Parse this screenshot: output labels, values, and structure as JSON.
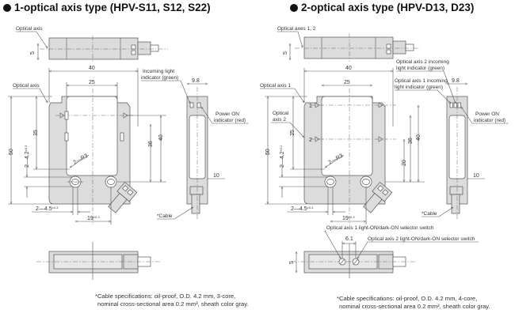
{
  "left": {
    "title": "1-optical axis type (HPV-S11, S12, S22)",
    "labels": {
      "optical_axis_top": "Optical axis",
      "optical_axis_front": "Optical axis",
      "incoming_light_1": "Incoming light",
      "incoming_light_2": "indicator (green)",
      "power_on_1": "Power ON",
      "power_on_2": "indicator (red)",
      "cable": "*Cable"
    },
    "dims": {
      "d5": "5",
      "d40w": "40",
      "d25": "25",
      "d98": "9.8",
      "d35": "35",
      "d50": "50",
      "d36": "36",
      "d40h": "40",
      "d10": "10",
      "r3": "2—R3",
      "hole42": "2—4.2",
      "hole42_tol": "±0.3",
      "hole45": "2—4.5",
      "hole45_tol": "±0.3",
      "d19": "19",
      "d19_tol": "±0.3"
    },
    "note_line1": "*Cable specifications: oil-proof, O.D. 4.2 mm, 3-core,",
    "note_line2": "nominal cross-sectional area 0.2 mm², sheath color gray."
  },
  "right": {
    "title": "2-optical axis type (HPV-D13, D23)",
    "labels": {
      "optical_axes_top": "Optical axes 1, 2",
      "optical_axis1": "Optical axis 1",
      "optical_axis2_a": "Optical",
      "optical_axis2_b": "axis 2",
      "ax2_indicator_1": "Optical axis 2 incoming",
      "ax2_indicator_2": "light indicator (green)",
      "ax1_indicator_1": "Optical axis 1 incoming",
      "ax1_indicator_2": "light indicator (green)",
      "power_on_1": "Power ON",
      "power_on_2": "indicator (red)",
      "cable": "*Cable",
      "switch1": "Optical axis 1 light-ON/dark-ON selector switch",
      "switch2": "Optical axis 2 light-ON/dark-ON selector switch",
      "num1": "1",
      "num2": "2"
    },
    "dims": {
      "d5": "5",
      "d40w": "40",
      "d25": "25",
      "d98": "9.8",
      "d35": "35",
      "d50": "50",
      "d36": "36",
      "d40h": "40",
      "d20": "20",
      "d10": "10",
      "r3": "2—R3",
      "hole42": "2—4.2",
      "hole42_tol": "±0.2",
      "hole45": "2—4.5",
      "hole45_tol": "±0.3",
      "d19": "19",
      "d19_tol": "±0.3",
      "d61": "6.1",
      "d5b": "5"
    },
    "note_line1": "*Cable specifications: oil-proof, O.D. 4.2 mm, 4-core,",
    "note_line2": "nominal cross-sectional area 0.2 mm², sheath color gray."
  },
  "colors": {
    "body": "#dcdcdc",
    "line": "#555555",
    "text": "#222222"
  }
}
